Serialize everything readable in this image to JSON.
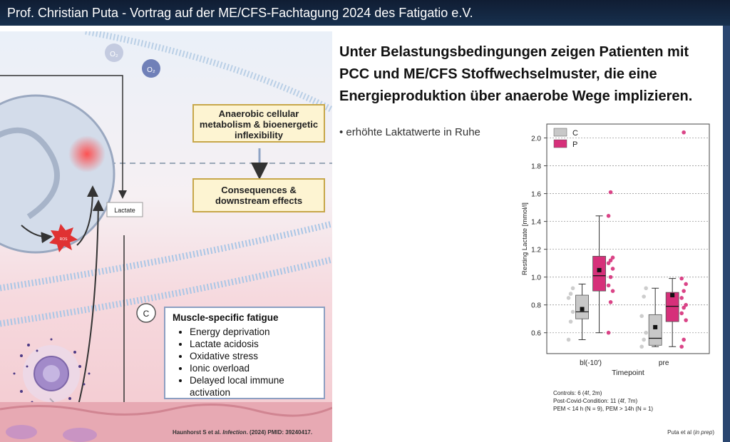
{
  "window": {
    "title": "Prof. Christian Puta - Vortrag auf der ME/CFS-Fachtagung 2024 des Fatigatio e.V."
  },
  "slide": {
    "heading": "Unter Belastungsbedingungen zeigen Patienten mit PCC und ME/CFS Stoffwechselmuster, die eine Energieproduktion über anaerobe Wege implizieren.",
    "bullet": "erhöhte Laktatwerte in Ruhe",
    "figure": {
      "box1": "Anaerobic cellular metabolism & bioenergetic inflexibility",
      "box2": "Consequences & downstream effects",
      "fatigue_title": "Muscle-specific fatigue",
      "fatigue_items": [
        "Energy deprivation",
        "Lactate acidosis",
        "Oxidative stress",
        "Ionic overload",
        "Delayed local immune activation"
      ],
      "lactate_label": "Lactate",
      "ros_label": "ROS",
      "o2_a": "O₂",
      "o2_b": "O₂",
      "c_label": "C",
      "citation_pre": "Haunhorst S et al. ",
      "citation_journal": "Infection",
      "citation_post": ". (2024) PMID: 39240417."
    },
    "notes": [
      "Controls: 6 (4f, 2m)",
      "Post-Covid-Condition: 11 (4f, 7m)",
      "PEM < 14 h (N = 9), PEM > 14h (N = 1)"
    ],
    "credit_pre": "Puta et al (",
    "credit_italic": "in prep",
    "credit_post": ")"
  },
  "chart_data": {
    "type": "box",
    "xlabel": "Timepoint",
    "ylabel": "Resting Lactate [mmol/l]",
    "categories": [
      "bl(-10')",
      "pre"
    ],
    "ylim": [
      0.45,
      2.1
    ],
    "yticks": [
      "0.6",
      "0.8",
      "1.0",
      "1.2",
      "1.4",
      "1.6",
      "1.8",
      "2.0"
    ],
    "grid": true,
    "legend_position": "top-left",
    "series": [
      {
        "name": "C",
        "color": "#c8c8c8",
        "boxes": [
          {
            "q1": 0.7,
            "median": 0.75,
            "q3": 0.87,
            "whisker_low": 0.55,
            "whisker_high": 0.95,
            "mean": 0.77,
            "points": [
              0.55,
              0.68,
              0.75,
              0.85,
              0.88,
              0.92
            ]
          },
          {
            "q1": 0.51,
            "median": 0.56,
            "q3": 0.73,
            "whisker_low": 0.5,
            "whisker_high": 0.92,
            "mean": 0.64,
            "points": [
              0.5,
              0.55,
              0.6,
              0.72,
              0.86,
              0.92
            ]
          }
        ]
      },
      {
        "name": "P",
        "color": "#d6307a",
        "boxes": [
          {
            "q1": 0.9,
            "median": 1.01,
            "q3": 1.15,
            "whisker_low": 0.6,
            "whisker_high": 1.44,
            "mean": 1.05,
            "points": [
              0.6,
              0.82,
              0.9,
              0.94,
              1.0,
              1.06,
              1.1,
              1.12,
              1.14,
              1.44,
              1.61
            ]
          },
          {
            "q1": 0.68,
            "median": 0.79,
            "q3": 0.89,
            "whisker_low": 0.5,
            "whisker_high": 0.99,
            "mean": 0.87,
            "points": [
              0.5,
              0.55,
              0.69,
              0.74,
              0.78,
              0.8,
              0.85,
              0.9,
              0.95,
              0.99,
              2.04
            ]
          }
        ]
      }
    ]
  },
  "colors": {
    "accent": "#d6307a",
    "control": "#c8c8c8",
    "box_border": "#c7a74a"
  }
}
